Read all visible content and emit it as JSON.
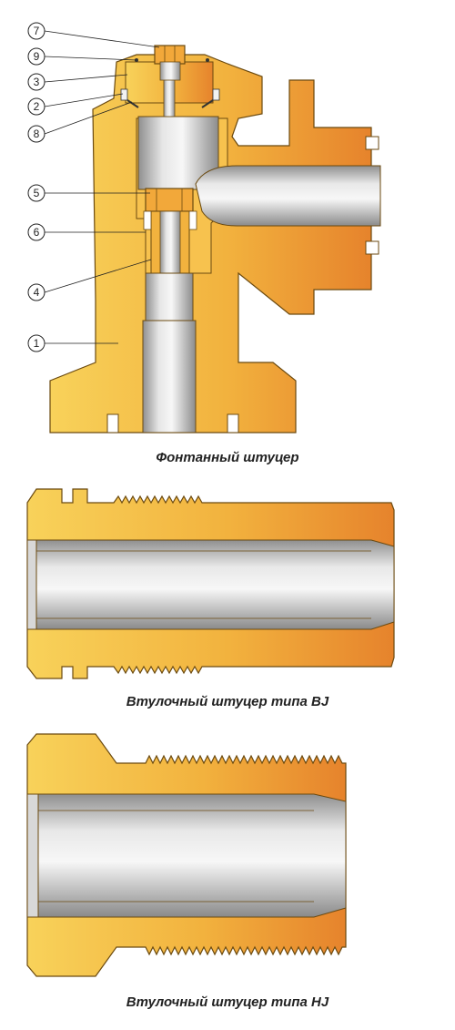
{
  "diagram_1": {
    "caption": "Фонтанный штуцер",
    "callouts": [
      "7",
      "9",
      "3",
      "2",
      "8",
      "5",
      "6",
      "4",
      "1"
    ]
  },
  "diagram_2": {
    "caption": "Втулочный штуцер типа BJ"
  },
  "diagram_3": {
    "caption": "Втулочный штуцер типа HJ"
  },
  "colors": {
    "body_orange_light": "#F6C94A",
    "body_orange_dark": "#E8892E",
    "steel_light": "#F2F2F2",
    "steel_dark": "#9A9A9A",
    "outline": "#6b4a10"
  }
}
